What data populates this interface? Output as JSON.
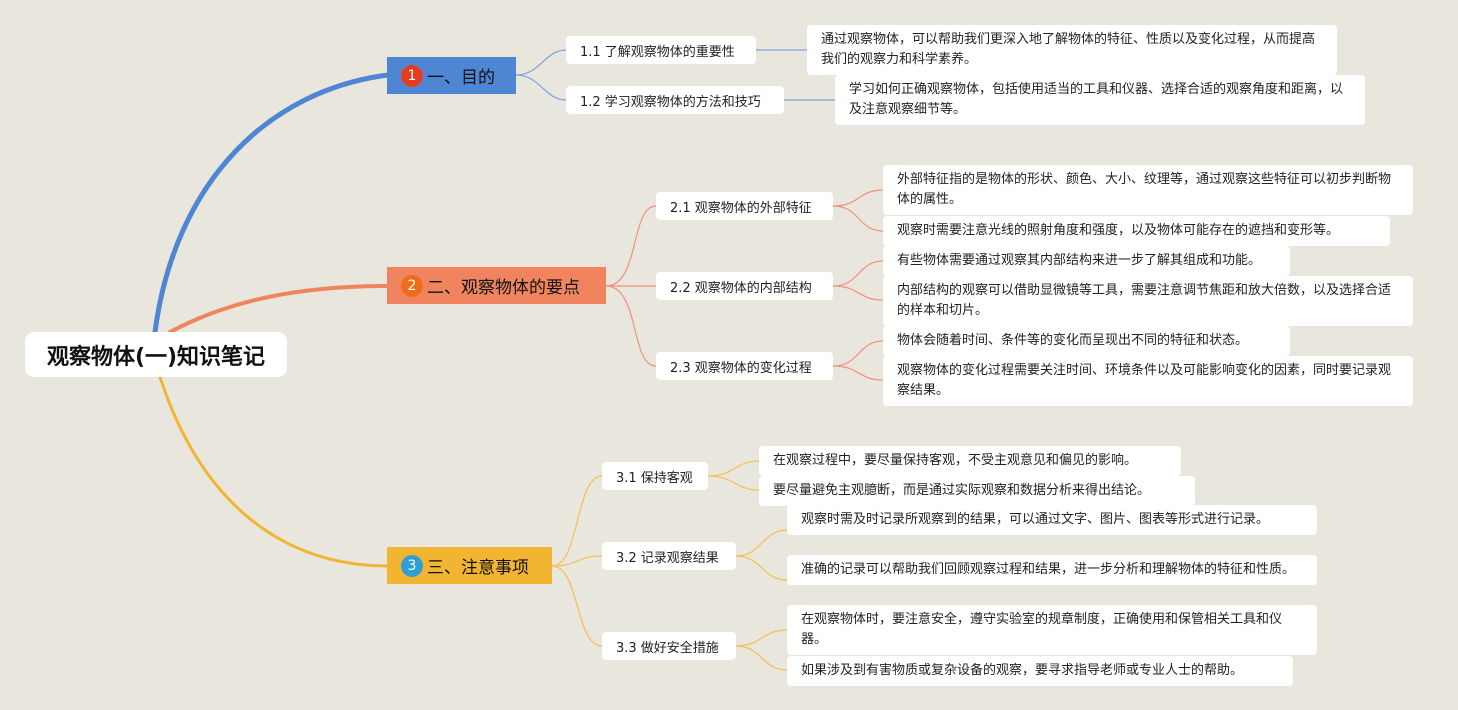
{
  "root": {
    "title": "观察物体(一)知识笔记"
  },
  "colors": {
    "branch1": "#4f86d4",
    "branch2": "#f0845f",
    "branch3": "#f2b532",
    "background": "#e9e6dd"
  },
  "branches": [
    {
      "number": "1",
      "label": "一、目的",
      "children": [
        {
          "label": "1.1 了解观察物体的重要性",
          "notes": [
            "通过观察物体，可以帮助我们更深入地了解物体的特征、性质以及变化过程，从而提高我们的观察力和科学素养。"
          ]
        },
        {
          "label": "1.2 学习观察物体的方法和技巧",
          "notes": [
            "学习如何正确观察物体，包括使用适当的工具和仪器、选择合适的观察角度和距离，以及注意观察细节等。"
          ]
        }
      ]
    },
    {
      "number": "2",
      "label": "二、观察物体的要点",
      "children": [
        {
          "label": "2.1 观察物体的外部特征",
          "notes": [
            "外部特征指的是物体的形状、颜色、大小、纹理等，通过观察这些特征可以初步判断物体的属性。",
            "观察时需要注意光线的照射角度和强度，以及物体可能存在的遮挡和变形等。"
          ]
        },
        {
          "label": "2.2 观察物体的内部结构",
          "notes": [
            "有些物体需要通过观察其内部结构来进一步了解其组成和功能。",
            "内部结构的观察可以借助显微镜等工具，需要注意调节焦距和放大倍数，以及选择合适的样本和切片。"
          ]
        },
        {
          "label": "2.3 观察物体的变化过程",
          "notes": [
            "物体会随着时间、条件等的变化而呈现出不同的特征和状态。",
            "观察物体的变化过程需要关注时间、环境条件以及可能影响变化的因素，同时要记录观察结果。"
          ]
        }
      ]
    },
    {
      "number": "3",
      "label": "三、注意事项",
      "children": [
        {
          "label": "3.1 保持客观",
          "notes": [
            "在观察过程中，要尽量保持客观，不受主观意见和偏见的影响。",
            "要尽量避免主观臆断，而是通过实际观察和数据分析来得出结论。"
          ]
        },
        {
          "label": "3.2 记录观察结果",
          "notes": [
            "观察时需及时记录所观察到的结果，可以通过文字、图片、图表等形式进行记录。",
            "准确的记录可以帮助我们回顾观察过程和结果，进一步分析和理解物体的特征和性质。"
          ]
        },
        {
          "label": "3.3 做好安全措施",
          "notes": [
            "在观察物体时，要注意安全，遵守实验室的规章制度，正确使用和保管相关工具和仪器。",
            "如果涉及到有害物质或复杂设备的观察，要寻求指导老师或专业人士的帮助。"
          ]
        }
      ]
    }
  ]
}
